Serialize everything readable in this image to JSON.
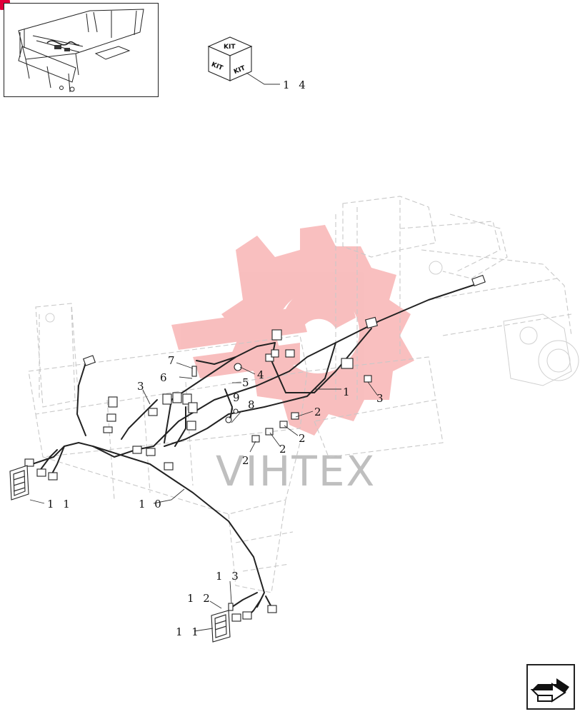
{
  "watermark": {
    "text": "VIHTEX",
    "logo_color": "#f48a8a",
    "text_color": "#bfbfbf"
  },
  "kit_box": {
    "labels": [
      "KIT",
      "KIT",
      "KIT"
    ],
    "ref": "1 4"
  },
  "callouts": [
    {
      "id": "c1",
      "text": "1"
    },
    {
      "id": "c2a",
      "text": "2"
    },
    {
      "id": "c2b",
      "text": "2"
    },
    {
      "id": "c2c",
      "text": "2"
    },
    {
      "id": "c2d",
      "text": "2"
    },
    {
      "id": "c3a",
      "text": "3"
    },
    {
      "id": "c3b",
      "text": "3"
    },
    {
      "id": "c4",
      "text": "4"
    },
    {
      "id": "c5",
      "text": "5"
    },
    {
      "id": "c6",
      "text": "6"
    },
    {
      "id": "c7",
      "text": "7"
    },
    {
      "id": "c8",
      "text": "8"
    },
    {
      "id": "c9",
      "text": "9"
    },
    {
      "id": "c10",
      "text": "1 0"
    },
    {
      "id": "c11a",
      "text": "1 1"
    },
    {
      "id": "c11b",
      "text": "1 1"
    },
    {
      "id": "c12",
      "text": "1 2"
    },
    {
      "id": "c13",
      "text": "1 3"
    }
  ],
  "colors": {
    "badge": "#e0003a",
    "line": "#222222",
    "ghost": "#c8c8c8"
  },
  "icons": {
    "nav": "next-page-arrow-icon",
    "thumbnail": "machine-overview-thumbnail"
  }
}
